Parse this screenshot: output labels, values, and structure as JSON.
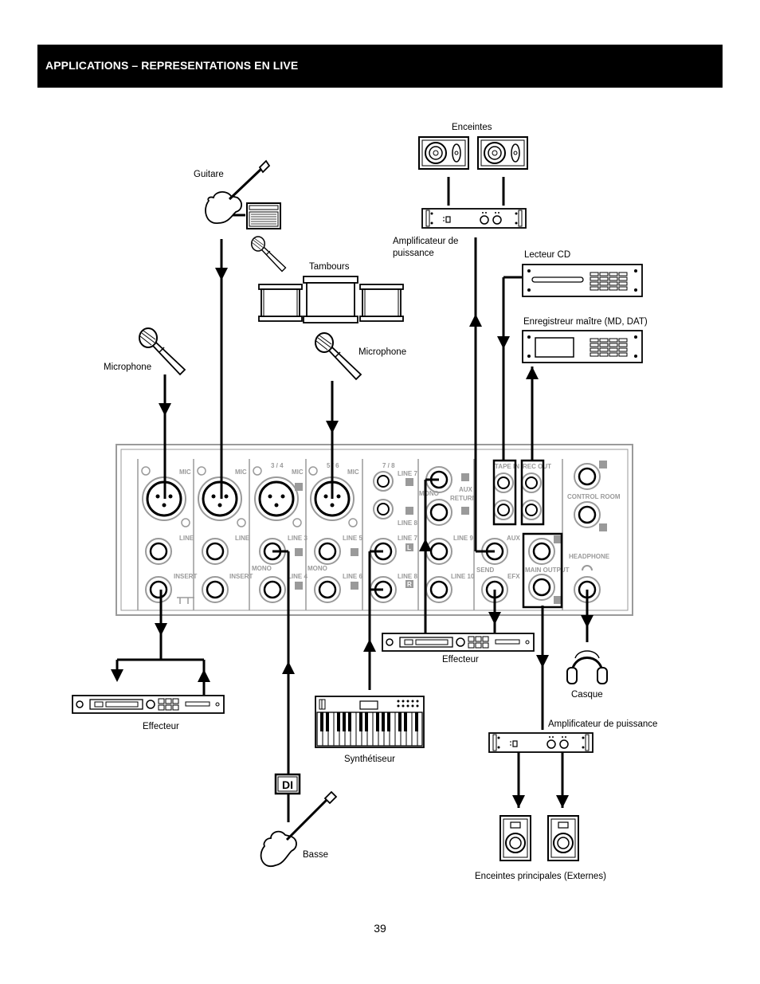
{
  "header": {
    "title": "APPLICATIONS – REPRESENTATIONS EN LIVE"
  },
  "labels": {
    "guitar": "Guitare",
    "speakers_top": "Enceintes",
    "power_amp_top_1": "Amplificateur de",
    "power_amp_top_2": "puissance",
    "drums": "Tambours",
    "cd_player": "Lecteur CD",
    "master_recorder": "Enregistreur maître (MD, DAT)",
    "microphone_left": "Microphone",
    "microphone_mid": "Microphone",
    "effects_right": "Effecteur",
    "effects_left": "Effecteur",
    "headphones": "Casque",
    "power_amp_bottom": "Amplificateur de puissance",
    "synth": "Synthétiseur",
    "di": "DI",
    "bass": "Basse",
    "main_speakers": "Enceintes principales (Externes)"
  },
  "mixer_panel": {
    "ch1_mic": "MIC",
    "ch2_mic": "MIC",
    "ch34_head": "3 / 4",
    "ch34_mic": "MIC",
    "ch56_head": "5 / 6",
    "ch56_mic": "MIC",
    "ch78_head": "7 / 8",
    "line7_top": "LINE 7",
    "line8_top": "LINE 8",
    "aux_return": "AUX",
    "return": "RETURN",
    "mono_return": "MONO",
    "tape_in": "TAPE IN",
    "rec_out": "REC OUT",
    "control_room": "CONTROL ROOM",
    "line_ch1": "LINE",
    "line_ch2": "LINE",
    "line3": "LINE 3",
    "line5": "LINE 5",
    "line7": "LINE 7",
    "line9": "LINE 9",
    "aux": "AUX",
    "headphone": "HEADPHONE",
    "insert_ch1": "INSERT",
    "insert_ch2": "INSERT",
    "mono3": "MONO",
    "line4": "LINE 4",
    "mono5": "MONO",
    "line6": "LINE 6",
    "line8": "LINE 8",
    "line10": "LINE 10",
    "send": "SEND",
    "efx": "EFX",
    "main_output": "MAIN OUTPUT",
    "l": "L",
    "r": "R"
  },
  "page_number": "39"
}
